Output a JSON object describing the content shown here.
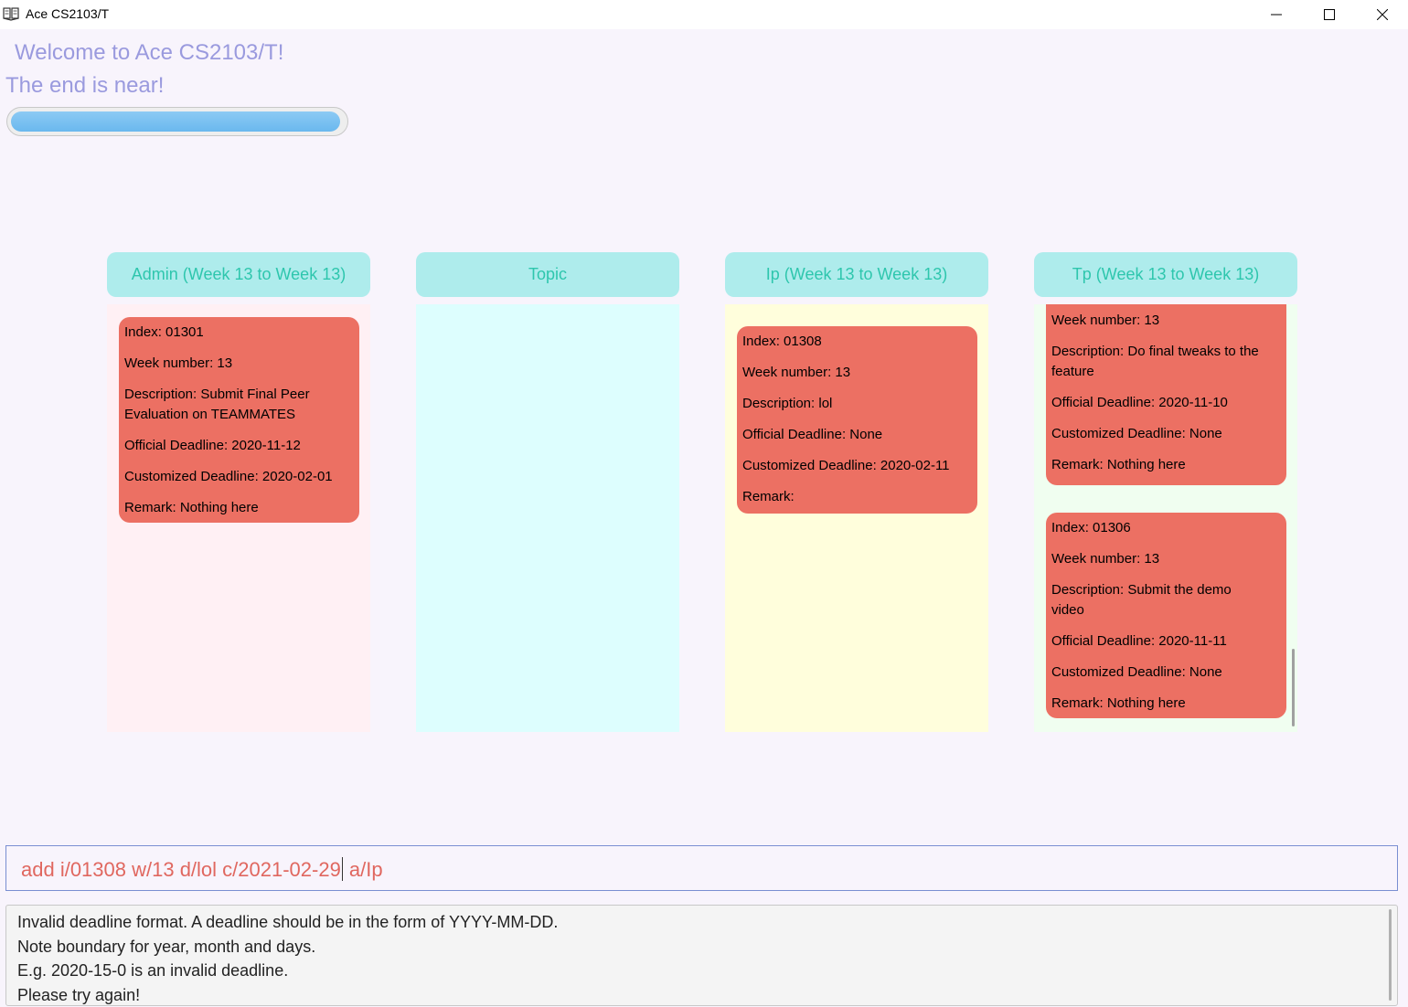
{
  "window": {
    "title": "Ace CS2103/T",
    "minimize_label": "minimize",
    "maximize_label": "maximize",
    "close_label": "close"
  },
  "header": {
    "welcome": "Welcome to Ace CS2103/T!",
    "message": "The end is near!",
    "progress_fraction": 0.99
  },
  "columns": {
    "admin": {
      "title": "Admin (Week 13 to Week 13)",
      "bg": "#fff0f4",
      "cards": [
        {
          "index": "Index: 01301",
          "week": "Week number: 13",
          "description1": "Description: Submit Final Peer",
          "description2": "Evaluation on TEAMMATES",
          "official": "Official Deadline: 2020-11-12",
          "customized": "Customized Deadline: 2020-02-01",
          "remark": "Remark: Nothing here"
        }
      ]
    },
    "topic": {
      "title": "Topic",
      "bg": "#ddfefe",
      "cards": []
    },
    "ip": {
      "title": "Ip (Week 13 to Week 13)",
      "bg": "#fffedc",
      "cards": [
        {
          "index": "Index: 01308",
          "week": "Week number: 13",
          "description": "Description: lol",
          "official": "Official Deadline: None",
          "customized": "Customized Deadline: 2020-02-11",
          "remark": "Remark:"
        }
      ]
    },
    "tp": {
      "title": "Tp (Week 13 to Week 13)",
      "bg": "#f0fef0",
      "cards": [
        {
          "week": "Week number: 13",
          "description1": "Description: Do final tweaks to the",
          "description2": "feature",
          "official": "Official Deadline: 2020-11-10",
          "customized": "Customized Deadline: None",
          "remark": "Remark: Nothing here"
        },
        {
          "index": "Index: 01306",
          "week": "Week number: 13",
          "description1": "Description: Submit the demo",
          "description2": "video",
          "official": "Official Deadline: 2020-11-11",
          "customized": "Customized Deadline: None",
          "remark": "Remark: Nothing here"
        }
      ]
    }
  },
  "command": {
    "before_caret": "add i/01308 w/13 d/lol c/2021-02-29",
    "after_caret": " a/Ip"
  },
  "result": {
    "lines": [
      "Invalid deadline format. A deadline should be in the form of YYYY-MM-DD.",
      "Note boundary for year, month and days.",
      "E.g. 2020-15-0 is an invalid deadline.",
      "Please try again!"
    ]
  },
  "colors": {
    "card": "#ec7063",
    "header_bg": "#aeecec",
    "header_text": "#2ec6ad",
    "welcome_text": "#9a9ade",
    "command_text": "#e0675f"
  }
}
